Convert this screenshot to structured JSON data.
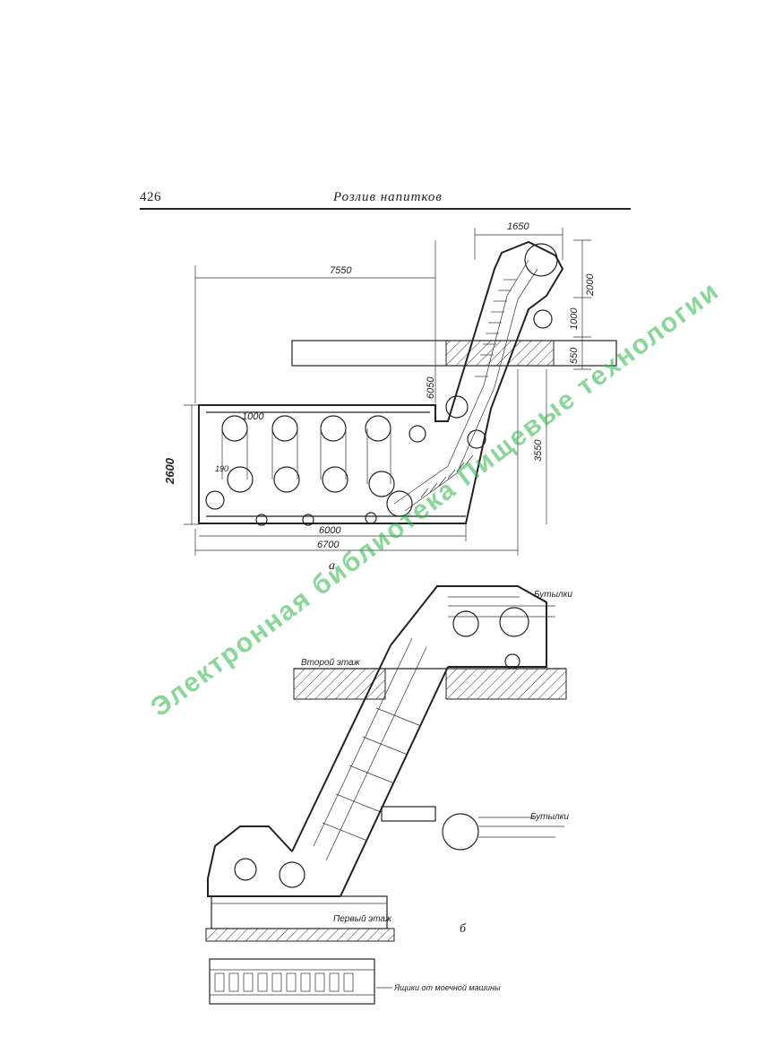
{
  "header": {
    "page_number": "426",
    "running_title": "Розлив напитков"
  },
  "figure_a": {
    "label": "а",
    "dims": {
      "d7550": "7550",
      "d1650": "1650",
      "d2000": "2000",
      "d1000_right": "1000",
      "d550": "550",
      "d6050": "6050",
      "d3550": "3550",
      "d2600": "2600",
      "d1000_top": "1000",
      "d190": "190",
      "d6000": "6000",
      "d6700": "6700"
    }
  },
  "figure_b": {
    "label": "б",
    "labels": {
      "bottles_top": "Бутылки",
      "second_floor": "Второй этаж",
      "bottles_right": "Бутылки",
      "first_floor": "Первый этаж",
      "crates_from_washer": "Ящики от моечной машины"
    }
  },
  "watermark": "Электронная библиотека Пищевые технологии"
}
